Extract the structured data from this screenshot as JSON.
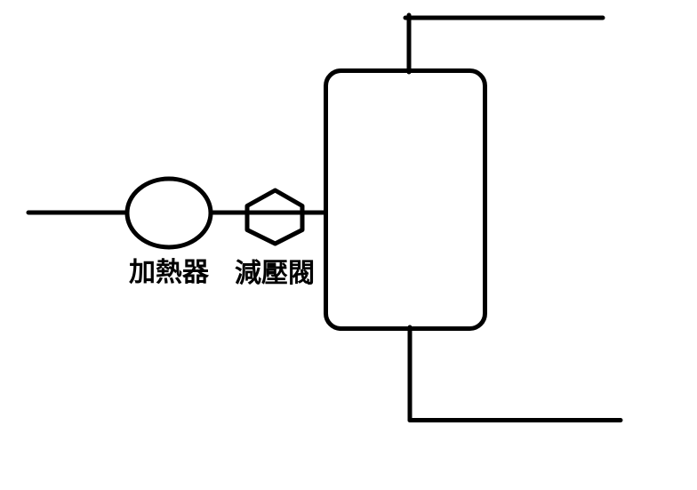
{
  "page": {
    "background_color": "#ffffff"
  },
  "diagram": {
    "type": "piping-process-schematic",
    "stroke_color": "#000000",
    "heater": {
      "label": "加熱器",
      "shape": "ellipse"
    },
    "valve": {
      "label": "減壓閥",
      "shape": "hexagon"
    },
    "vessel": {
      "shape": "rounded-rectangle",
      "label": ""
    }
  }
}
